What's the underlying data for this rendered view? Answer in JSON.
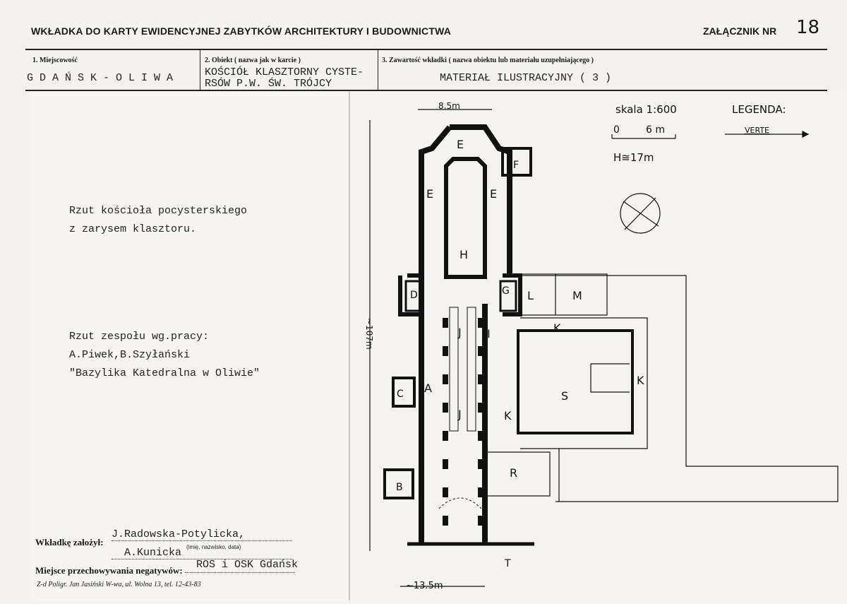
{
  "header": {
    "title": "WKŁADKA DO KARTY EWIDENCYJNEJ ZABYTKÓW ARCHITEKTURY I BUDOWNICTWA",
    "attachment_label": "ZAŁĄCZNIK NR",
    "attachment_number": "18"
  },
  "fields": {
    "f1_label": "1. Miejscowość",
    "f1_value": "G D A Ń S K - O L I W A",
    "f2_label": "2. Obiekt ( nazwa jak w karcie )",
    "f2_value_line1": "KOŚCIÓŁ KLASZTORNY CYSTE-",
    "f2_value_line2": "RSÓW P.W. ŚW. TRÓJCY",
    "f3_label": "3. Zawartość wkładki ( nazwa obiektu lub materiału uzupełniającego )",
    "f3_value": "MATERIAŁ ILUSTRACYJNY ( 3 )"
  },
  "notes": {
    "line1": "Rzut kościoła pocysterskiego",
    "line2": "z zarysem klasztoru.",
    "line3": "Rzut zespołu wg.pracy:",
    "line4": "A.Piwek,B.Szyłański",
    "line5": "\"Bazylika Katedralna w Oliwie\""
  },
  "plan": {
    "scale_label": "skala 1:600",
    "scale_zero": "0",
    "scale_six": "6 m",
    "height_label": "H≅17m",
    "legend_label": "LEGENDA:",
    "verte": "VERTE",
    "dim_top": "8.5m",
    "dim_bottom": "~13.5m",
    "dim_side": "~107m",
    "letters": {
      "A": "A",
      "B": "B",
      "C": "C",
      "D": "D",
      "E1": "E",
      "E2": "E",
      "E3": "E",
      "F": "F",
      "G": "G",
      "H": "H",
      "I": "I",
      "J1": "J",
      "J2": "J",
      "K1": "K",
      "K2": "K",
      "K3": "K",
      "L": "L",
      "M": "M",
      "R": "R",
      "S": "S",
      "T": "T"
    }
  },
  "footer": {
    "founder_label": "Wkładkę założył:",
    "founder_line1": "J.Radowska-Potylicka,",
    "founder_line2": "A.Kunicka",
    "founder_hint": "(imię, nazwisko, data)",
    "negatives_label": "Miejsce przechowywania negatywów:",
    "negatives_value": "ROS i OSK Gdańsk",
    "printer": "Z-d Poligr. Jan Jasiński W-wa, ul. Wolna 13, tel. 12-43-83"
  },
  "colors": {
    "ink": "#1a1a1a",
    "paper": "#f3f2ee"
  }
}
